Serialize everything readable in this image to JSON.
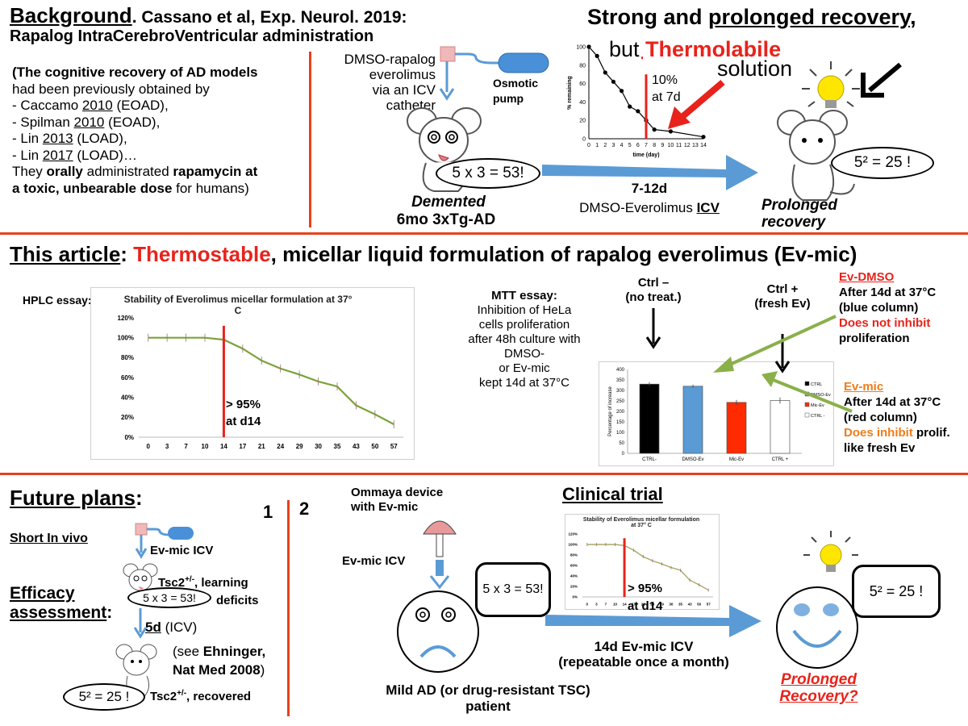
{
  "background": {
    "heading": "Background",
    "citation": ". Cassano et al, Exp. Neurol. 2019:",
    "subheading": "Rapalog IntraCerebroVentricular administration",
    "note_open": "(The cognitive recovery of AD models",
    "note_line2": "had been previously obtained by",
    "studies": [
      {
        "prefix": "- Caccamo ",
        "year": "2010",
        "suffix": " (EOAD),"
      },
      {
        "prefix": "- Spilman ",
        "year": "2010",
        "suffix": " (EOAD),"
      },
      {
        "prefix": "- Lin ",
        "year": "2013",
        "suffix": " (LOAD),"
      },
      {
        "prefix": "- Lin ",
        "year": "2017",
        "suffix": " (LOAD)…"
      }
    ],
    "note_close": {
      "t1": "They ",
      "t2": "orally",
      "t3": " administrated ",
      "t4": "rapamycin at",
      "t5": "a toxic, unbearable dose",
      "t6": " for humans)"
    },
    "catheter_label": [
      "DMSO-rapalog",
      "everolimus",
      "via an ICV",
      "catheter"
    ],
    "pump_label": [
      "Osmotic",
      "pump"
    ],
    "bubble_demented": "5 x 3 = 53!",
    "demented_label": "Demented",
    "model_label": "6mo 3xTg-AD",
    "treatment_time": "7-12d",
    "treatment_drug_prefix": "DMSO-Everolimus ",
    "treatment_drug_route": "ICV",
    "bubble_recovered": "5² = 25 !",
    "recovered_label": [
      "Prolonged",
      "recovery"
    ],
    "strong_t1": "Strong and ",
    "strong_t2": "prolonged recovery",
    "strong_t3": ",",
    "but_t1": "but ",
    "but_t2": "Thermolabile",
    "solution": "solution",
    "annotation": [
      "10%",
      "at 7d"
    ]
  },
  "article": {
    "t1": "This article",
    "t2": ": ",
    "t3": "Thermostable",
    "t4": ", micellar liquid formulation of rapalog everolimus (Ev-mic)",
    "hplc_label": "HPLC essay:",
    "hplc_annotation": [
      "> 95%",
      "at d14"
    ],
    "mtt_heading": "MTT essay:",
    "mtt_lines": [
      "Inhibition of HeLa",
      "cells proliferation",
      "after 48h culture with",
      "DMSO-",
      "or Ev-mic",
      "kept 14d at 37°C"
    ],
    "ctrl_neg": [
      "Ctrl –",
      "(no treat.)"
    ],
    "ctrl_pos": [
      "Ctrl +",
      "(fresh Ev)"
    ],
    "ev_dmso_title": "Ev-DMSO",
    "ev_dmso_lines": [
      "After 14d at 37°C",
      "(blue column)"
    ],
    "ev_dmso_red": "Does not inhibit",
    "ev_dmso_end": "proliferation",
    "ev_mic_title": "Ev-mic",
    "ev_mic_lines": [
      "After 14d at 37°C",
      "(red column)"
    ],
    "ev_mic_orange": "Does inhibit",
    "ev_mic_rest": " prolif.",
    "ev_mic_end": "like fresh Ev"
  },
  "future": {
    "heading": "Future plans",
    "heading_colon": ":",
    "short_in_vivo": "Short In vivo",
    "efficacy_1": "Efficacy",
    "efficacy_2": "assessment",
    "efficacy_colon": ":",
    "ev_mic_icv": "Ev-mic ICV",
    "tsc_a": "Tsc2",
    "tsc_sup": "+/-",
    "tsc_b": ", learning",
    "tsc_c": "deficits",
    "bubble_deficit": "5 x 3 = 53!",
    "dose_days": "5d",
    "dose_route": " (ICV)",
    "see_1": "(see ",
    "see_2": "Ehninger,",
    "see_3": "Nat Med 2008",
    "see_4": ")",
    "bubble_recovered": "5² = 25 !",
    "tsc_rec": ", recovered",
    "step1": "1",
    "step2": "2"
  },
  "clinical": {
    "heading": "Clinical trial",
    "ommaya": [
      "Ommaya device",
      "with Ev-mic"
    ],
    "ev_mic_icv": "Ev-mic ICV",
    "bubble_sad": "5 x 3 = 53!",
    "inset_annotation": [
      "> 95%",
      "at d14"
    ],
    "treatment": [
      "14d Ev-mic ICV",
      "(repeatable once a month)"
    ],
    "patient": [
      "Mild AD (or drug-resistant TSC)",
      "patient"
    ],
    "bubble_happy": "5² = 25 !",
    "outcome": [
      "Prolonged",
      "Recovery?"
    ]
  },
  "chart_data": [
    {
      "type": "line",
      "x": [
        0,
        1,
        2,
        3,
        4,
        5,
        6,
        7,
        8,
        10,
        14
      ],
      "values": [
        100,
        90,
        72,
        62,
        52,
        35,
        30,
        20,
        10,
        8,
        2
      ],
      "ylabel": "% remaining",
      "xlabel": "time (day)",
      "ylim": [
        0,
        100
      ],
      "yticks": [
        0,
        20,
        40,
        60,
        80,
        100
      ],
      "xticks": [
        0,
        1,
        2,
        3,
        4,
        5,
        6,
        7,
        8,
        9,
        10,
        11,
        12,
        13,
        14
      ],
      "grid": false
    },
    {
      "type": "line",
      "title": "Stability of Everolimus micellar formulation at 37° C",
      "categories": [
        "0",
        "3",
        "7",
        "10",
        "14",
        "17",
        "21",
        "24",
        "29",
        "30",
        "35",
        "43",
        "50",
        "57"
      ],
      "values": [
        100,
        100,
        100,
        100,
        98,
        89,
        77,
        69,
        63,
        56,
        51,
        32,
        23,
        13
      ],
      "ylim": [
        0,
        120
      ],
      "yticks": [
        "0%",
        "20%",
        "40%",
        "60%",
        "80%",
        "100%",
        "120%"
      ],
      "color": "#7aa33b",
      "grid": false
    },
    {
      "type": "bar",
      "categories": [
        "CTRL-",
        "DMSO-Ev",
        "Mic-Ev",
        "CTRL +"
      ],
      "values": [
        330,
        320,
        243,
        252
      ],
      "errors": [
        10,
        8,
        12,
        15
      ],
      "colors": [
        "#000000",
        "#5b9bd5",
        "#ff2a00",
        "#ffffff"
      ],
      "legend": [
        "CTRL",
        "DMSO-Ev",
        "Mic-Ev",
        "CTRL -"
      ],
      "ylabel": "Percentage of increase",
      "ylim": [
        0,
        400
      ],
      "yticks": [
        0,
        50,
        100,
        150,
        200,
        250,
        300,
        350,
        400
      ],
      "legend_position": "right"
    },
    {
      "type": "line",
      "title": "Stability of Everolimus micellar formulation at 37° C",
      "categories": [
        "0",
        "3",
        "7",
        "10",
        "14",
        "17",
        "21",
        "24",
        "29",
        "30",
        "35",
        "43",
        "50",
        "57"
      ],
      "values": [
        100,
        100,
        100,
        100,
        98,
        89,
        77,
        69,
        63,
        56,
        51,
        32,
        23,
        13
      ],
      "ylim": [
        0,
        120
      ],
      "yticks": [
        "0%",
        "20%",
        "40%",
        "60%",
        "80%",
        "100%",
        "120%"
      ],
      "color": "#a8a868"
    }
  ]
}
